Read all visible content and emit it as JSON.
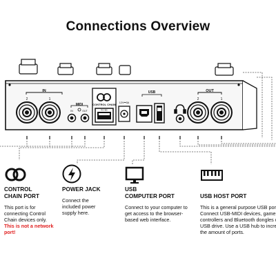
{
  "title": "Connections Overview",
  "device": {
    "in_label": "IN",
    "midi_label": "MIDI",
    "midi_in": "IN",
    "midi_out": "OUT",
    "control_chain_label": "CONTROL CHAIN",
    "control_chain_code": "RS-485",
    "power_label": "12V⎓3A",
    "usb_label": "USB",
    "out_label": "OUT",
    "jack_2": "2",
    "jack_1": "1"
  },
  "sections": {
    "control_chain": {
      "icon": "control-chain-logo-icon",
      "name_line1": "CONTROL",
      "name_line2": "CHAIN PORT",
      "desc": "This port is for connecting Control Chain devices only.",
      "warning": "This is not a network port!"
    },
    "power": {
      "icon": "lightning-bolt-icon",
      "name": "POWER JACK",
      "desc": "Connect the included power supply here."
    },
    "usb_computer": {
      "icon": "monitor-icon",
      "name_line1": "USB",
      "name_line2": "COMPUTER PORT",
      "desc": "Connect to your computer to get access to the browser-based web interface."
    },
    "usb_host": {
      "icon": "keyboard-icon",
      "name": "USB HOST PORT",
      "desc": "This is a general purpose USB port. Connect USB-MIDI devices, game controllers and Bluetooth dongles or a USB drive. Use a USB hub to increase the amount of ports."
    }
  },
  "colors": {
    "ink": "#111111",
    "warning": "#e02020",
    "panel": "#f7f7f7"
  }
}
